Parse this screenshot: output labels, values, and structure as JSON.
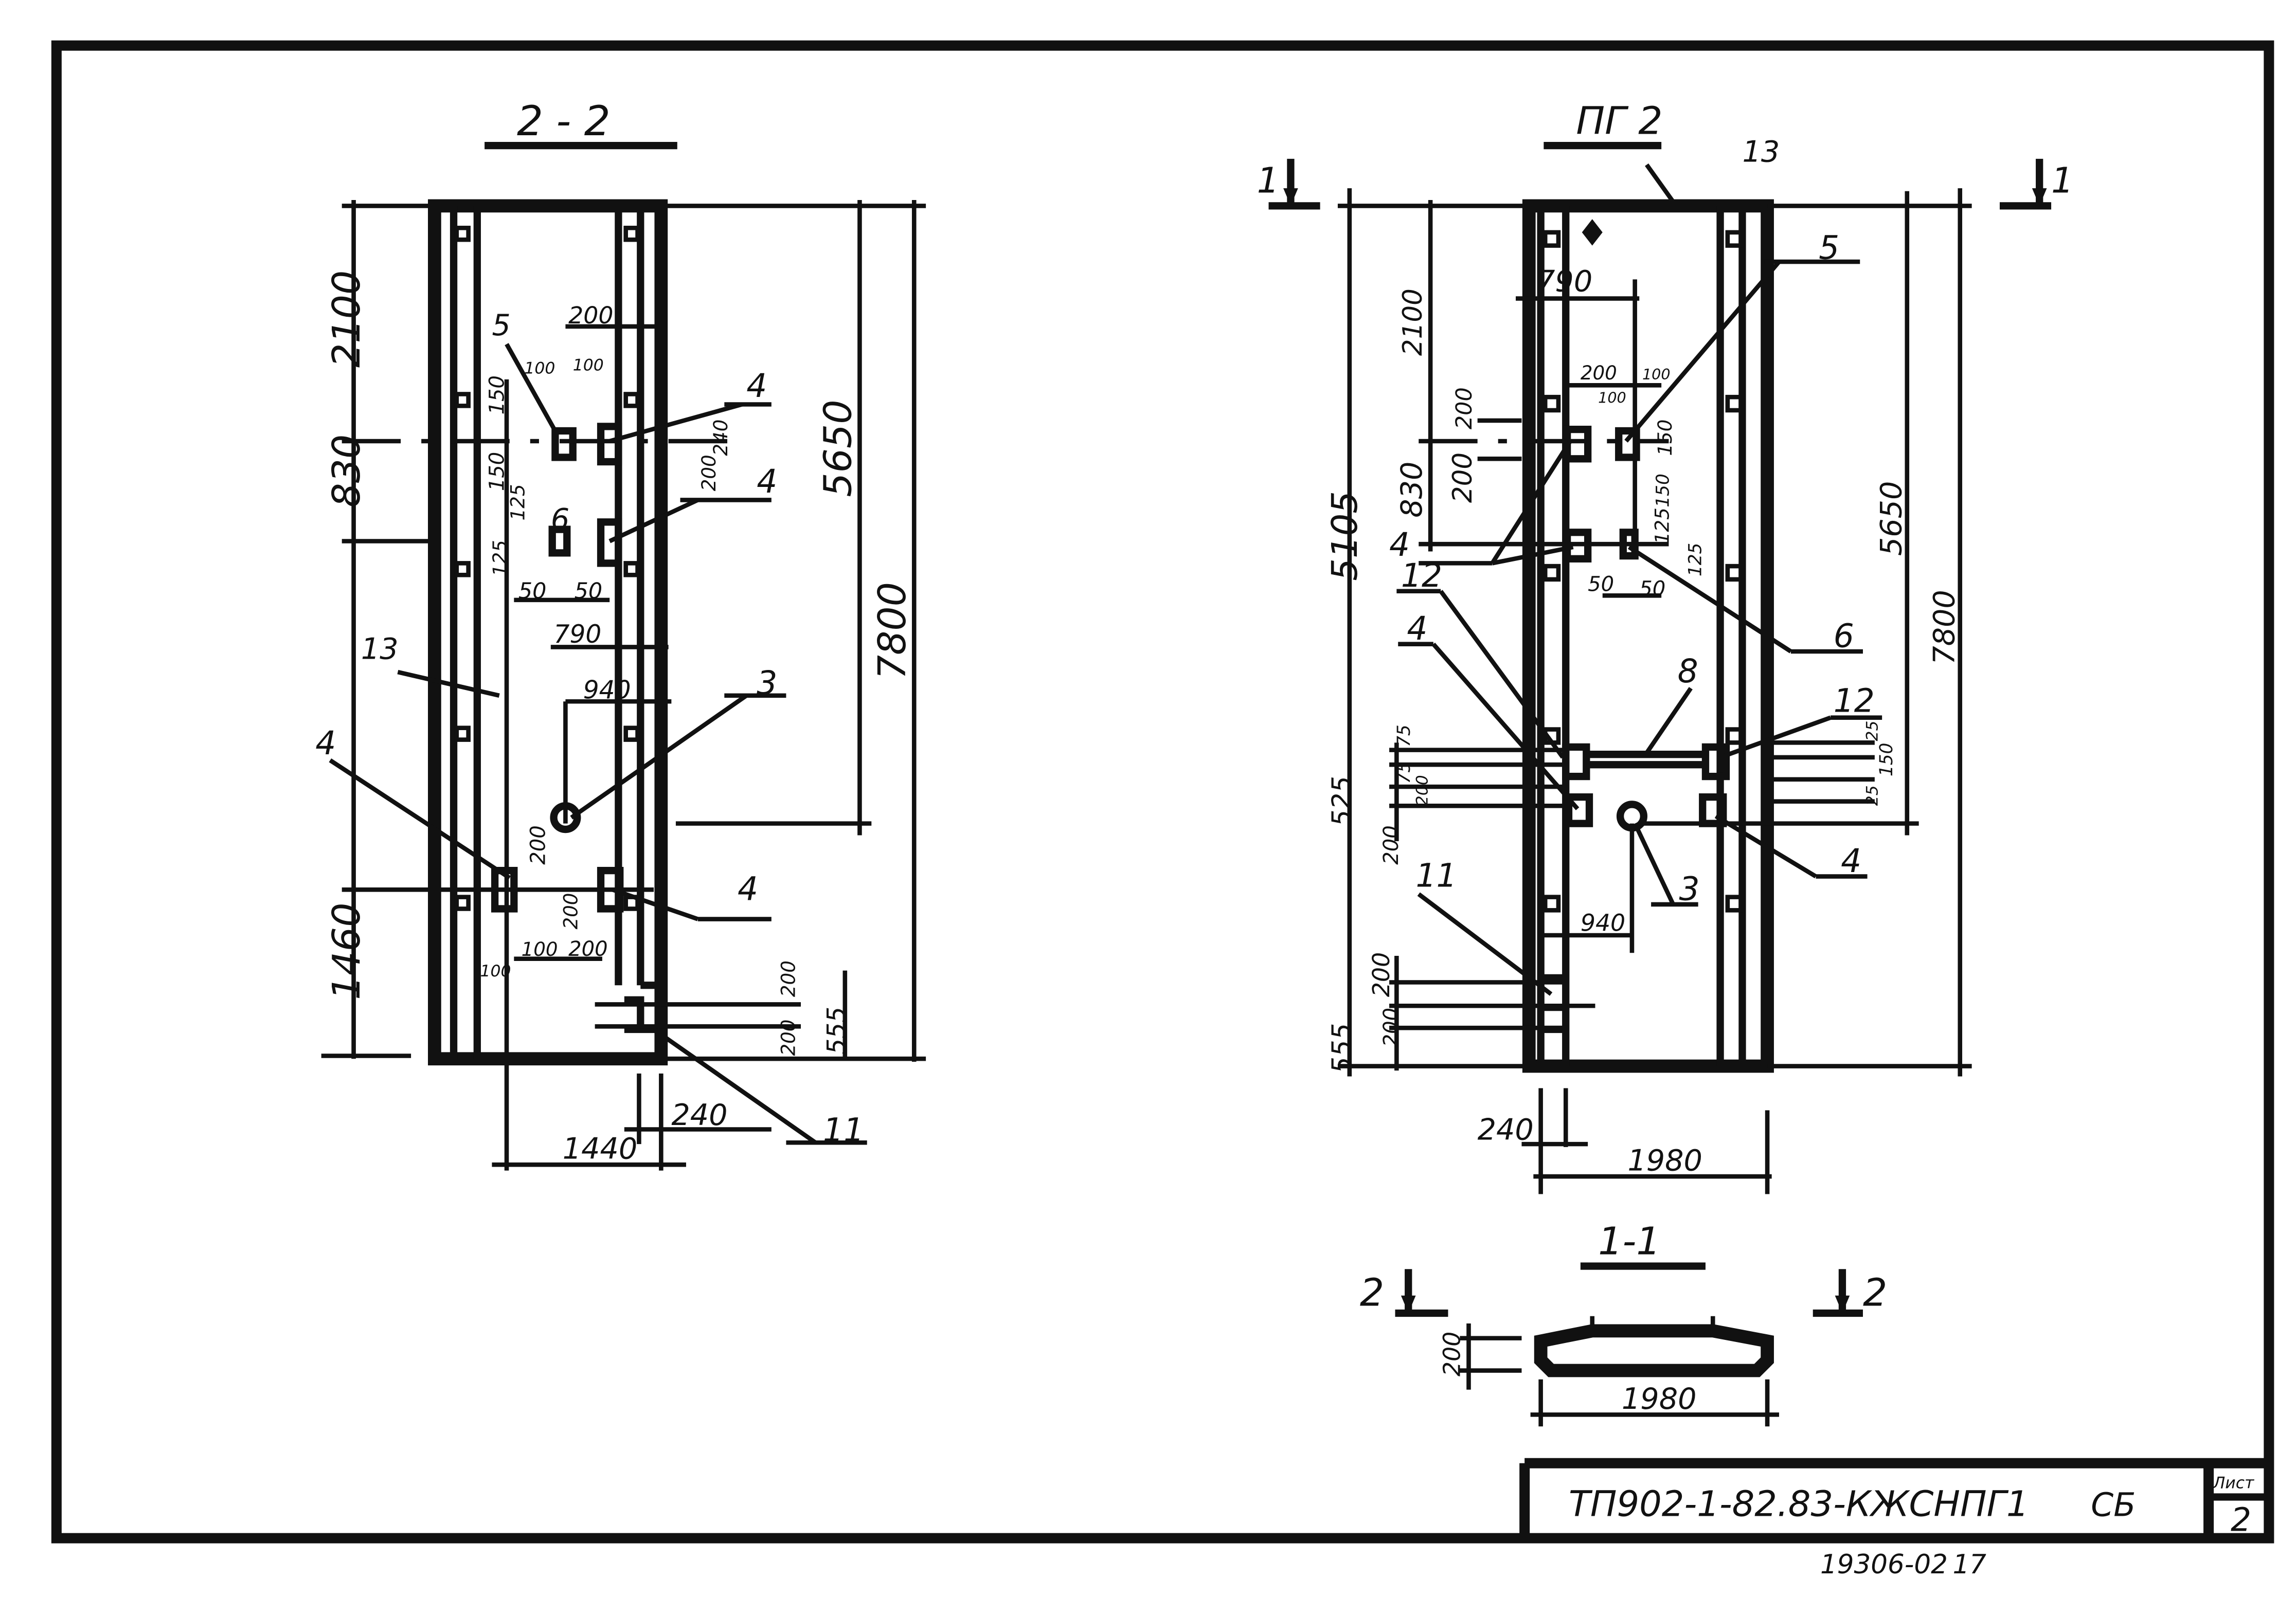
{
  "sheet": {
    "code": "ТП902-1-82.83-КЖСНПГ1",
    "mark": "СБ",
    "list_label": "Лист",
    "list_number": "2",
    "archive_number": "19306-02",
    "archive_extra": "17"
  },
  "view_2_2": {
    "title": "2 - 2",
    "dims": {
      "top": "2100",
      "mid": "830",
      "bottom": "1460",
      "total_right": "7800",
      "upper_right": "5650",
      "offset_200_top": "200",
      "offset_100_a": "100",
      "offset_100_b": "100",
      "h150_a": "150",
      "h150_b": "150",
      "h125_a": "125",
      "h125_b": "125",
      "w50_a": "50",
      "w50_b": "50",
      "w790": "790",
      "w940": "940",
      "h240": "240",
      "h200_r": "200",
      "low_200_a": "200",
      "low_200_b": "200",
      "low_100": "100",
      "low_200_c": "200",
      "low_100_b": "100",
      "notch_200_a": "200",
      "notch_200_b": "200",
      "notch_555": "555",
      "w240": "240",
      "w1440": "1440"
    },
    "callouts": {
      "c5": "5",
      "c6": "6",
      "c4a": "4",
      "c4b": "4",
      "c4c": "4",
      "c4d": "4",
      "c13": "13",
      "c3": "3",
      "c11": "11"
    }
  },
  "view_pg2": {
    "title": "ПГ 2",
    "cut_mark_left": "1",
    "cut_mark_right": "1",
    "dims": {
      "top": "2100",
      "total_left": "5105",
      "mid": "830",
      "h200_a": "200",
      "h200_b": "200",
      "w790": "790",
      "w200": "200",
      "w100_a": "100",
      "w100_b": "100",
      "h150": "150",
      "h150_b": "150",
      "h125_a": "125",
      "h125_b": "125",
      "w50_a": "50",
      "w50_b": "50",
      "upper_right": "5650",
      "total_right": "7800",
      "h75_a": "75",
      "h75_b": "75",
      "h200_c": "200",
      "h525": "525",
      "h200_d": "200",
      "r25_a": "25",
      "r150": "150",
      "r25_b": "25",
      "w940": "940",
      "notch_200_a": "200",
      "notch_200_b": "200",
      "notch_555": "555",
      "w240": "240",
      "w1980": "1980"
    },
    "callouts": {
      "c13": "13",
      "c5": "5",
      "c4a": "4",
      "c12a": "12",
      "c4b": "4",
      "c6": "6",
      "c8": "8",
      "c12b": "12",
      "c3": "3",
      "c4c": "4",
      "c11": "11"
    }
  },
  "view_1_1": {
    "title": "1-1",
    "cut_mark_left": "2",
    "cut_mark_right": "2",
    "dims": {
      "h200": "200",
      "w1980": "1980"
    }
  }
}
